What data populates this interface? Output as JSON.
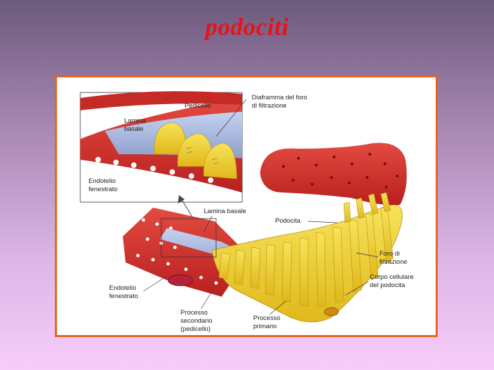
{
  "slide": {
    "title": "podociti"
  },
  "figure": {
    "labels": {
      "pedicello": "Pedicello",
      "diaframma_1": "Diaframma del foro",
      "diaframma_2": "di filtrazione",
      "lamina_basale_inset_1": "Lamina",
      "lamina_basale_inset_2": "basale",
      "endotelio_inset_1": "Endotelio",
      "endotelio_inset_2": "fenestrato",
      "lamina_basale": "Lamina basale",
      "podocita": "Podocita",
      "foro_1": "Foro di",
      "foro_2": "filtrazione",
      "corpo_1": "Corpo cellulare",
      "corpo_2": "del podocita",
      "endotelio_1": "Endotelio",
      "endotelio_2": "fenestrato",
      "processo_sec_1": "Processo",
      "processo_sec_2": "secondario",
      "processo_sec_3": "(pedicello)",
      "processo_pri_1": "Processo",
      "processo_pri_2": "primario"
    }
  },
  "colors": {
    "title": "#e8121b",
    "frame_border": "#e8641c",
    "endothelium": "#d9322f",
    "podocyte": "#f1d22a",
    "basal_lamina": "#a9b9e0"
  }
}
